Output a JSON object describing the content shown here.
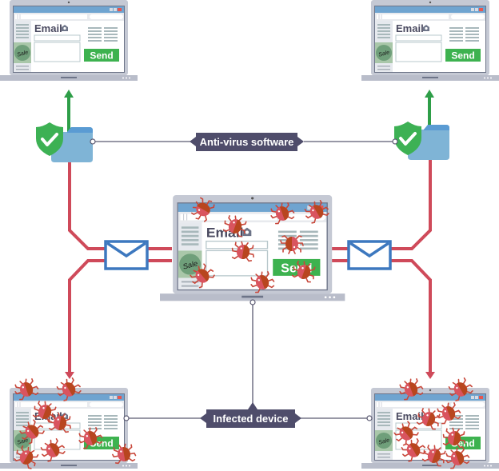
{
  "diagram": {
    "title": "Email virus spread with anti-virus protection",
    "labels": {
      "antivirus": "Anti-virus software",
      "infected": "Infected device"
    },
    "laptop_ui": {
      "email_heading": "Email",
      "send_button": "Send",
      "sale_badge": "Sale"
    },
    "devices": [
      {
        "id": "top-left",
        "state": "protected"
      },
      {
        "id": "top-right",
        "state": "protected"
      },
      {
        "id": "center",
        "state": "infected-source"
      },
      {
        "id": "bottom-left",
        "state": "infected"
      },
      {
        "id": "bottom-right",
        "state": "infected"
      }
    ],
    "icons": {
      "shield": "shield-check-icon",
      "folder": "folder-icon",
      "envelope": "envelope-icon",
      "virus": "virus-bug-icon"
    },
    "colors": {
      "label_bg": "#4f4d6b",
      "infection_line": "#cf4a5a",
      "safe_arrow": "#2e9e48",
      "shield": "#3db154",
      "folder": "#7fb4d6",
      "envelope_stroke": "#3d78bf",
      "laptop_frame": "#bfc3cf",
      "titlebar": "#6fa4d0",
      "send_green": "#3db24f",
      "bug_red": "#d9545f",
      "bug_brown": "#b8461f",
      "connector": "#4f4d6b"
    }
  }
}
